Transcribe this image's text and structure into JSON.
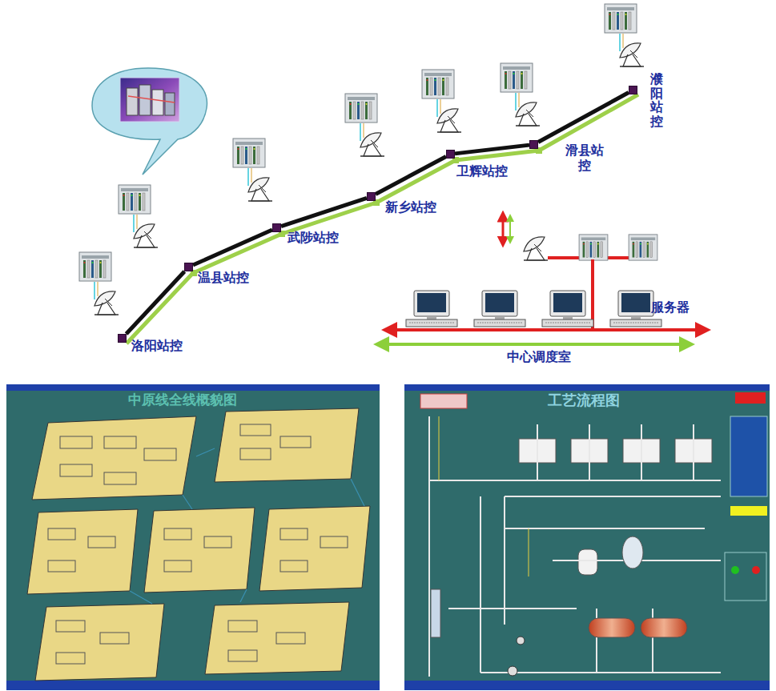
{
  "diagram": {
    "nodes": [
      {
        "text": [
          "洛阳站控"
        ]
      },
      {
        "text": [
          "温县站控"
        ]
      },
      {
        "text": [
          "武陟站控"
        ]
      },
      {
        "text": [
          "新乡站控"
        ]
      },
      {
        "text": [
          "卫辉站控"
        ]
      },
      {
        "text": [
          "滑县站控"
        ]
      },
      {
        "text": [
          "濮阳站控"
        ]
      }
    ],
    "edges": [
      {
        "from": 0,
        "to": 1,
        "arrow": "none"
      },
      {
        "from": 1,
        "to": 2,
        "arrow": "none"
      },
      {
        "from": 2,
        "to": 3,
        "arrow": "none"
      },
      {
        "from": 3,
        "to": 4,
        "arrow": "none"
      },
      {
        "from": 4,
        "to": 5,
        "arrow": "none"
      },
      {
        "from": 5,
        "to": 6,
        "arrow": "none"
      }
    ],
    "labels": [
      "中心调度室",
      "服务器",
      "中原线全线概貌图",
      "工艺流程图"
    ]
  }
}
